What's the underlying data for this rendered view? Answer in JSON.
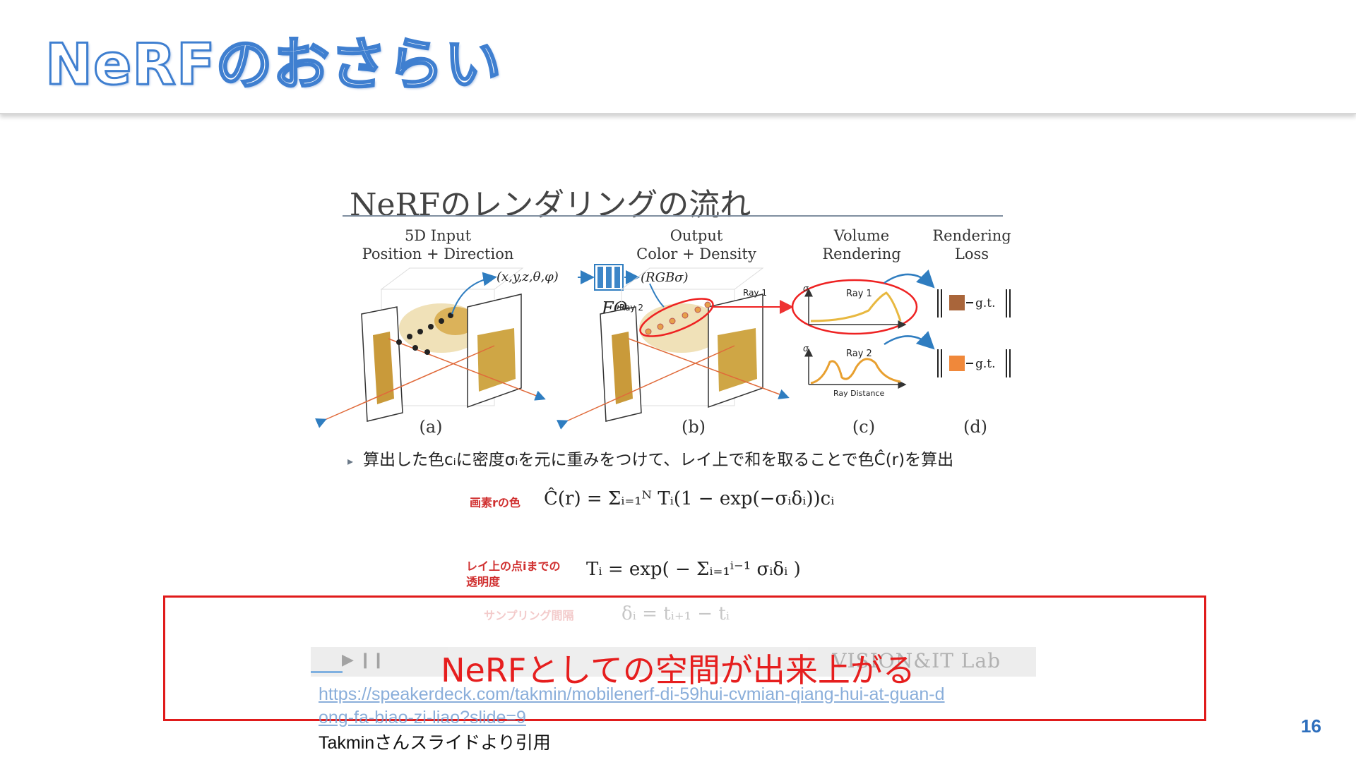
{
  "slide": {
    "title": "NeRFのおさらい",
    "page_number": "16"
  },
  "embedded_slide": {
    "title": "NeRFのレンダリングの流れ",
    "figure": {
      "headings": {
        "input_line1": "5D Input",
        "input_line2": "Position + Direction",
        "output_line1": "Output",
        "output_line2": "Color + Density",
        "volume_line1": "Volume",
        "volume_line2": "Rendering",
        "loss_line1": "Rendering",
        "loss_line2": "Loss"
      },
      "tuple_in": "(x,y,z,θ,φ)",
      "tuple_out": "(RGBσ)",
      "network_label": "FΘ",
      "ray1": "Ray 1",
      "ray2": "Ray 2",
      "ray_distance": "Ray Distance",
      "sigma": "σ",
      "gt": "g.t.",
      "panel_labels": [
        "(a)",
        "(b)",
        "(c)",
        "(d)"
      ]
    },
    "bullet": "算出した色cᵢに密度σᵢを元に重みをつけて、レイ上で和を取ることで色Ĉ(r)を算出",
    "equations": [
      {
        "label": "画素rの色",
        "formula": "Ĉ(r) = Σᵢ₌₁ᴺ Tᵢ(1 − exp(−σᵢδᵢ))cᵢ"
      },
      {
        "label": "レイ上の点iまでの透明度",
        "formula": "Tᵢ = exp( − Σᵢ₌₁ⁱ⁻¹ σᵢδᵢ )"
      },
      {
        "label": "サンプリング間隔",
        "formula": "δᵢ = tᵢ₊₁ − tᵢ"
      }
    ],
    "player": {
      "controls": "▶ ❙❙",
      "logo": "VISION&IT Lab"
    }
  },
  "callout": {
    "text": "NeRFとしての空間が出来上がる"
  },
  "source": {
    "url": "https://speakerdeck.com/takmin/mobilenerf-di-59hui-cvmian-qiang-hui-at-guan-dong-fa-biao-zi-liao?slide=9",
    "credit": "Takminさんスライドより引用"
  },
  "colors": {
    "title_stroke": "#3f7fd0",
    "callout_red": "#e01b1b",
    "page_number": "#2e6fbd",
    "link": "#6d9bd2"
  }
}
